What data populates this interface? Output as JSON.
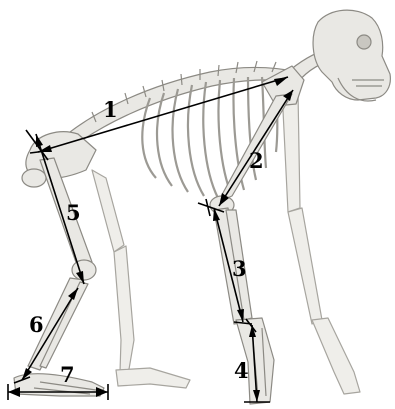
{
  "diagram": {
    "subject": "skeleton-side-view",
    "line_color": "#000000",
    "bone_fill": "#e9e8e4",
    "bone_stroke": "#8c8a84",
    "labels": [
      "1",
      "2",
      "3",
      "4",
      "5",
      "6",
      "7"
    ]
  }
}
